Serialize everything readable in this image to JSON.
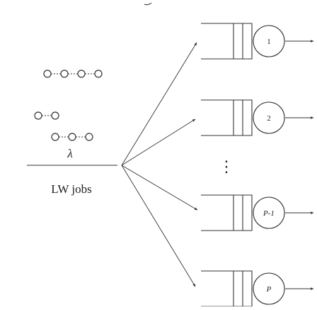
{
  "figure": {
    "top_mark": "⌢",
    "source_label": "LW jobs",
    "arrival_rate_label": "λ",
    "ellipsis": "⋮"
  },
  "job_streams": [
    {
      "beads": 4
    },
    {
      "beads": 2
    },
    {
      "beads": 3
    }
  ],
  "servers": [
    {
      "label": "1"
    },
    {
      "label": "2"
    },
    {
      "label": "P-1"
    },
    {
      "label": "P"
    }
  ]
}
